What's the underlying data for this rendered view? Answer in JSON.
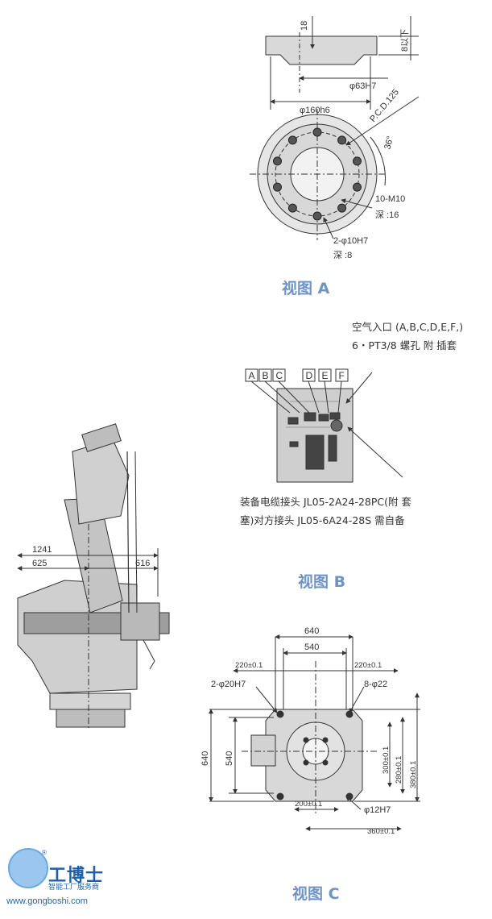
{
  "view_a": {
    "caption": "视图 A",
    "dims": {
      "depth": "18",
      "depth_right": "8以下",
      "bore": "φ63H7",
      "flange": "φ160h6",
      "pcd": "P.C.D.125",
      "angle": "36°",
      "tap": "10-M10",
      "tap_depth": "深  :16",
      "pin": "2-φ10H7",
      "pin_depth": "深  :8"
    }
  },
  "view_b": {
    "caption": "视图 B",
    "air_note_line1": "空气入口 (A,B,C,D,E,F,)",
    "air_note_line2": "6・PT3/8 螺孔 附 插套",
    "ports": [
      "A",
      "B",
      "C",
      "D",
      "E",
      "F"
    ],
    "cable_note_line1": "装备电缆接头 JL05-2A24-28PC(附 套",
    "cable_note_line2": "塞)对方接头 JL05-6A24-28S 需自备"
  },
  "robot": {
    "dim_total": "1241",
    "dim_left": "625",
    "dim_right": "616"
  },
  "view_c": {
    "caption": "视图 C",
    "dims": {
      "w_outer": "640",
      "w_inner": "540",
      "left_offset": "220±0.1",
      "right_offset": "220±0.1",
      "hole_left": "2-φ20H7",
      "hole_right": "8-φ22",
      "h_outer": "640",
      "h_inner": "540",
      "r_inner": "300±0.1",
      "r_mid": "280±0.1",
      "r_outer": "380±0.1",
      "bottom_small": "200±0.1",
      "pin_hole": "φ12H7",
      "bottom_wide": "360±0.1"
    }
  },
  "logo": {
    "name": "工博士",
    "tagline": "智能工厂服务商",
    "url": "www.gongboshi.com",
    "mark": "®"
  }
}
